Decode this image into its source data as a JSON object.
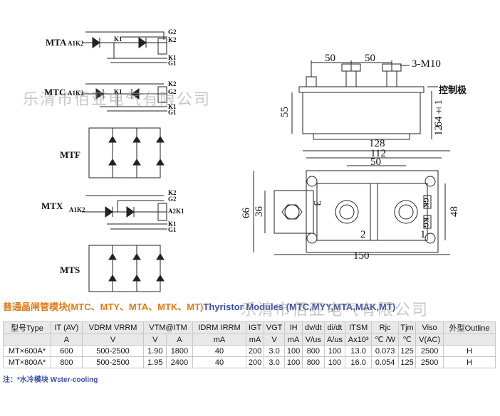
{
  "circuits": {
    "mta": {
      "label": "MTA",
      "a1k2": "A1K2",
      "k1": "K1",
      "g2": "G2",
      "k2": "K2",
      "k1b": "K1",
      "g1": "G1"
    },
    "mtc": {
      "label": "MTC",
      "a1k2": "A1K2",
      "k1": "K1",
      "k2": "K2",
      "g2": "G2",
      "k1b": "K1",
      "g1": "G1"
    },
    "mtf": {
      "label": "MTF"
    },
    "mtx": {
      "label": "MTX",
      "a1k2": "A1K2",
      "k2": "K2",
      "g2": "G2",
      "a2k1": "A2K1",
      "k1": "K1",
      "g1": "G1"
    },
    "mts": {
      "label": "MTS"
    }
  },
  "dimensions": {
    "top_50_left": "50",
    "top_50_right": "50",
    "screw": "3-M10",
    "control": "控制极",
    "h55": "55",
    "h64": "64±1",
    "h12": "12",
    "w128": "128",
    "w112": "112",
    "w50": "50",
    "w150": "150",
    "h66": "66",
    "h36": "36",
    "h48": "48",
    "term3": "3",
    "term2": "2",
    "term1": "1",
    "gk": "GK",
    "kg": "KG"
  },
  "watermark": "乐清市佰亚电气有限公司",
  "title": {
    "zh": "普通晶闸管模块(MTC、MTY、MTA、MTK、MT)",
    "en": "Thyristor Modules (MTC,MYY,MTA,MAK,MT)"
  },
  "table": {
    "headers": [
      "型号Type",
      "IT (AV)",
      "VDRM VRRM",
      "VTM@ITM",
      "",
      "IDRM IRRM",
      "IGT",
      "VGT",
      "IH",
      "dv/dt",
      "di/dt",
      "ITSM",
      "Rjc",
      "Tjm",
      "Viso",
      "外型Outline"
    ],
    "units": [
      "",
      "A",
      "V",
      "V",
      "A",
      "mA",
      "mA",
      "V",
      "mA",
      "V/us",
      "A/us",
      "Ax10³",
      "℃ /W",
      "℃",
      "V(AC)",
      ""
    ],
    "rows": [
      [
        "MT×600A*",
        "600",
        "500-2500",
        "1.90",
        "1800",
        "40",
        "200",
        "3.0",
        "100",
        "800",
        "100",
        "13.0",
        "0.073",
        "125",
        "2500",
        "H"
      ],
      [
        "MT×800A*",
        "800",
        "500-2500",
        "1.95",
        "2400",
        "40",
        "200",
        "3.0",
        "100",
        "800",
        "100",
        "16.0",
        "0.054",
        "125",
        "2500",
        "H"
      ]
    ]
  },
  "note": "注：*水冷模块 Wster-cooling"
}
